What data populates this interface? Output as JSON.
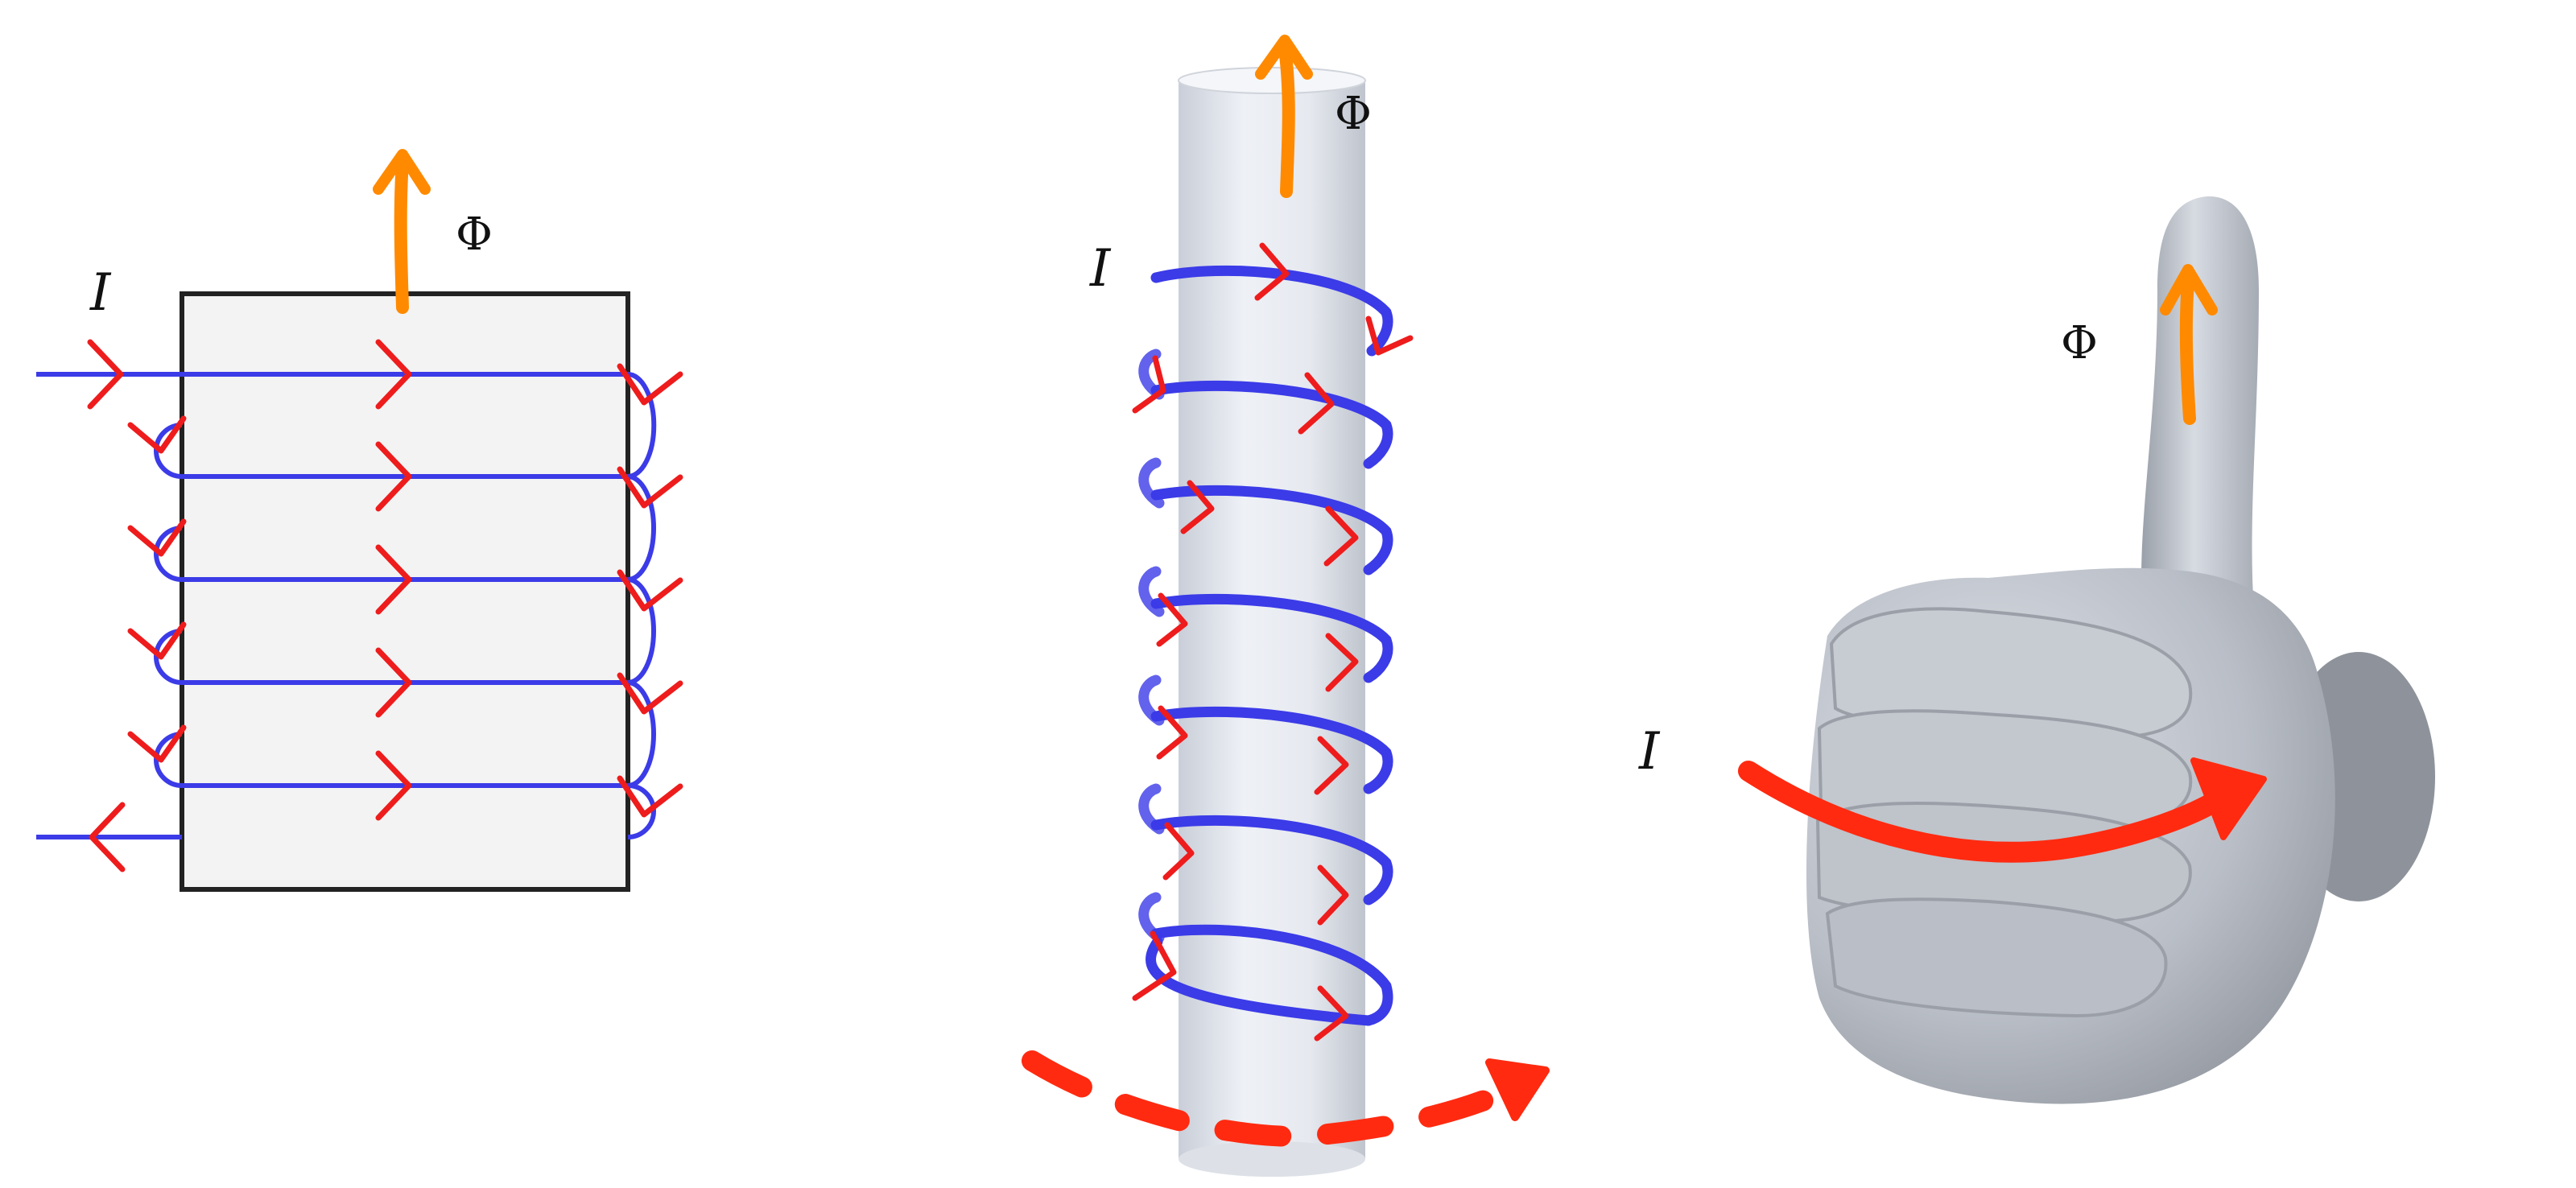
{
  "labels": {
    "current": "I",
    "flux": "Φ"
  },
  "panels": [
    {
      "name": "flat-coil-diagram",
      "coil_turns": 5
    },
    {
      "name": "solenoid-3d",
      "coil_turns": 7
    },
    {
      "name": "right-hand-thumb"
    }
  ],
  "colors": {
    "wire": "#3b3be8",
    "current_arrow": "#ee1c1c",
    "current_sweep": "#ff2a10",
    "flux_arrow": "#ff8a00",
    "core_fill": "#f3f3f3",
    "core_edge": "#222222",
    "cylinder": "#e9ecf2",
    "hand": "#b3b8c1"
  },
  "icons": {
    "flux_arrow": "up-arrow",
    "current_chevron": "chevron-right",
    "current_sweep": "curved-arrow"
  }
}
